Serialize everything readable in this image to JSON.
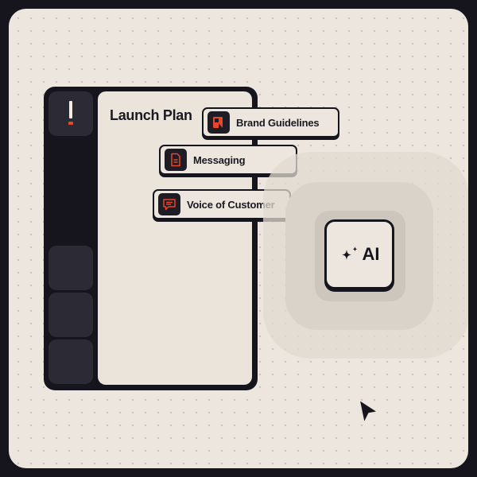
{
  "app": {
    "title": "Launch Plan",
    "logo_icon": "exclamation-logo-icon",
    "sidebar_buttons": 3
  },
  "documents": [
    {
      "label": "Brand Guidelines",
      "icon": "brand-book-icon"
    },
    {
      "label": "Messaging",
      "icon": "document-icon"
    },
    {
      "label": "Voice of Customer",
      "icon": "chat-bubble-icon"
    }
  ],
  "ai_button": {
    "label": "AI",
    "icon": "sparkles-icon"
  },
  "colors": {
    "background": "#ece6de",
    "dark": "#16151d",
    "accent": "#e8472c",
    "panel": "#ebe4da"
  }
}
